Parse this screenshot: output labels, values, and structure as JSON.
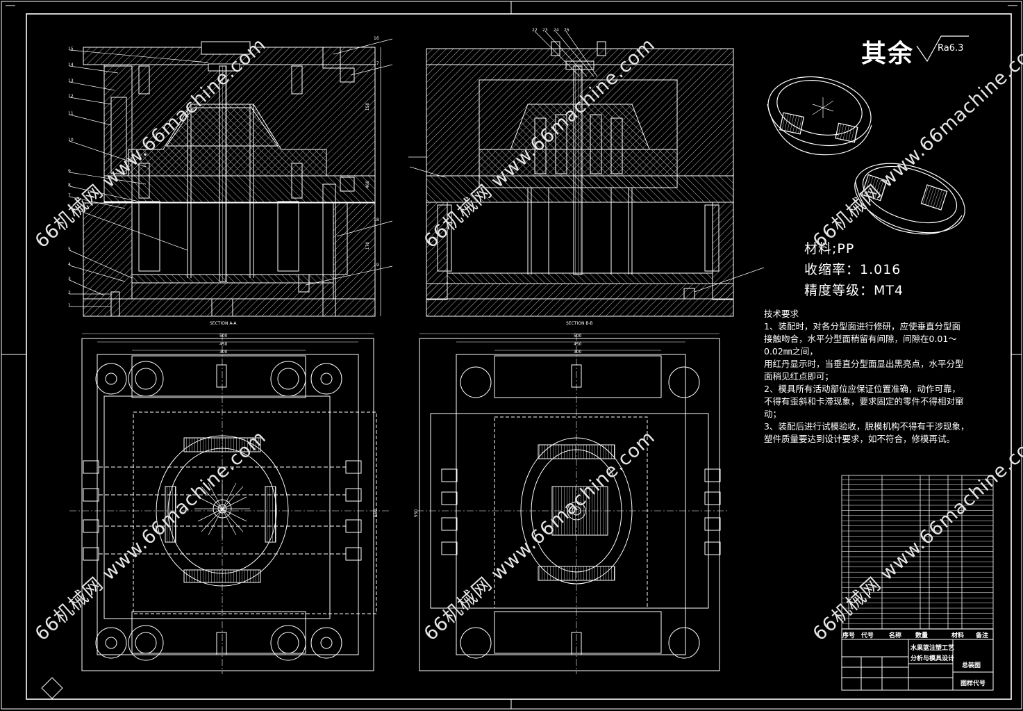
{
  "surface_roughness": {
    "prefix": "其余",
    "value": "Ra6.3"
  },
  "spec": {
    "material": "材料;PP",
    "shrinkage": "收缩率：1.016",
    "precision": "精度等级：MT4"
  },
  "requirements": {
    "heading": "技术要求",
    "lines": [
      "1、装配时，对各分型面进行修研，应使垂直分型面",
      "接触吻合，水平分型面稍留有间隙，间隙在0.01～",
      "0.02㎜之间，",
      "用红丹显示时，当垂直分型面显出黑亮点，水平分型",
      "面稍见红点即可；",
      "2、模具所有活动部位应保证位置准确，动作可靠，",
      "不得有歪斜和卡滞现象，要求固定的零件不得相对窜",
      "动；",
      "3、装配后进行试模验收，脱模机构不得有干涉现象，",
      "塑件质量要达到设计要求，如不符合，修模再试。"
    ]
  },
  "watermark": {
    "site": "www.66machine.com",
    "brand": "66机械网"
  },
  "title_block": {
    "header": [
      "序号",
      "代号",
      "名称",
      "数量",
      "材料",
      "备注"
    ],
    "project_line1": "水果篮注塑工艺",
    "project_line2": "分析与模具设计",
    "drawing_name": "总装图",
    "drawing_code": "图样代号"
  },
  "dimensions": {
    "left_plan": [
      "500",
      "450",
      "300",
      "550"
    ],
    "right_plan": [
      "500",
      "450",
      "300",
      "550"
    ],
    "left_section_side": [
      "150",
      "460",
      "170"
    ]
  },
  "section_labels": {
    "left": "SECTION A-A",
    "right": "SECTION B-B"
  },
  "part_numbers_left": [
    "1",
    "2",
    "3",
    "4",
    "5",
    "6",
    "7",
    "8",
    "9",
    "10",
    "11",
    "12",
    "13",
    "14",
    "15"
  ],
  "part_numbers_right": [
    "16",
    "17",
    "18",
    "19"
  ],
  "part_numbers_top": [
    "22",
    "23",
    "24",
    "25"
  ],
  "colors": {
    "background": "#000000",
    "lines": "#ffffff",
    "hatch": "#d8d8d8"
  }
}
